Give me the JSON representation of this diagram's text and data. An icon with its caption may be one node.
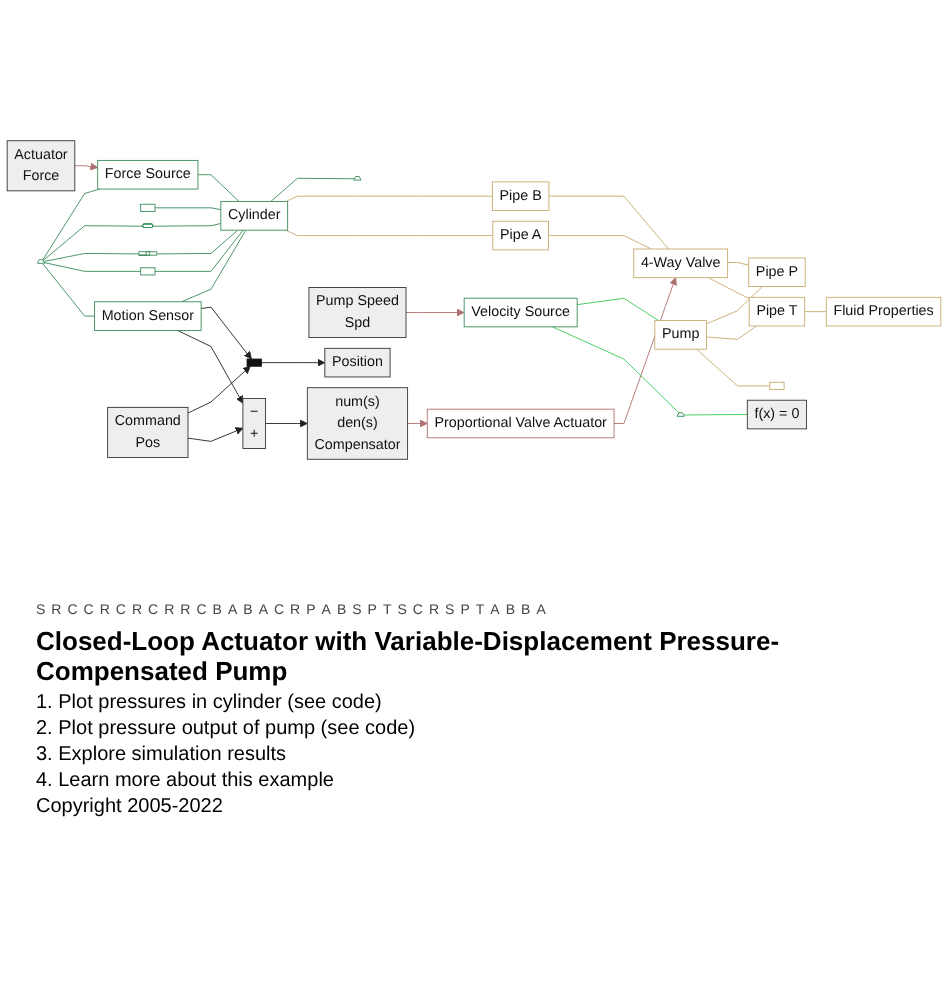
{
  "diagram": {
    "title": "Closed-Loop Actuator with Variable-Displacement Pressure-Compensated Pump",
    "nodes": [
      {
        "text": [
          "Actuator",
          "Force"
        ]
      },
      {
        "text": [
          "Force Source"
        ]
      },
      {
        "text": [],
        "shape": "box"
      },
      {
        "text": [],
        "shape": "ground"
      },
      {
        "text": [],
        "shape": "spring"
      },
      {
        "text": [],
        "shape": "damper"
      },
      {
        "text": [],
        "shape": "box"
      },
      {
        "text": [
          "Cylinder"
        ]
      },
      {
        "text": [],
        "shape": "ground"
      },
      {
        "text": [
          "Pipe B"
        ]
      },
      {
        "text": [
          "Pipe A"
        ]
      },
      {
        "text": [
          "Motion Sensor"
        ]
      },
      {
        "text": [
          "Position"
        ]
      },
      {
        "text": [],
        "shape": "bar"
      },
      {
        "text": [
          "Command",
          "Pos"
        ]
      },
      {
        "text": [
          "−",
          "+"
        ]
      },
      {
        "text": [
          "num(s)",
          "den(s)",
          "Compensator"
        ]
      },
      {
        "text": [
          "Proportional Valve Actuator"
        ]
      },
      {
        "text": [
          "4-Way Valve"
        ]
      },
      {
        "text": [
          "Pipe P"
        ]
      },
      {
        "text": [
          "Pump Speed",
          "Spd"
        ]
      },
      {
        "text": [
          "Velocity Source"
        ]
      },
      {
        "text": [
          "Pump"
        ]
      },
      {
        "text": [
          "Pipe T"
        ]
      },
      {
        "text": [
          "f(x) = 0"
        ]
      },
      {
        "text": [],
        "shape": "ground"
      },
      {
        "text": [],
        "shape": "box"
      },
      {
        "text": [
          "Fluid Properties"
        ]
      }
    ],
    "edges": [
      {
        "from": 0,
        "to": 1,
        "arrow": "to",
        "color": "#b07070"
      },
      {
        "from": 3,
        "to": 1,
        "arrow": "none",
        "color": "#3a8a5a"
      },
      {
        "from": 1,
        "to": 7,
        "arrow": "none",
        "color": "#3a8a5a"
      },
      {
        "from": 3,
        "to": 4,
        "arrow": "none",
        "color": "#3a8a5a"
      },
      {
        "from": 4,
        "to": 7,
        "arrow": "none",
        "color": "#3a8a5a"
      },
      {
        "from": 3,
        "to": 5,
        "arrow": "none",
        "color": "#3a8a5a"
      },
      {
        "from": 5,
        "to": 7,
        "arrow": "none",
        "color": "#3a8a5a"
      },
      {
        "from": 3,
        "to": 6,
        "arrow": "none",
        "color": "#3a8a5a"
      },
      {
        "from": 6,
        "to": 7,
        "arrow": "none",
        "color": "#3a8a5a"
      },
      {
        "from": 2,
        "to": 7,
        "arrow": "none",
        "color": "#3a8a5a"
      },
      {
        "from": 3,
        "to": 11,
        "arrow": "none",
        "color": "#3a8a5a"
      },
      {
        "from": 11,
        "to": 7,
        "arrow": "none",
        "color": "#3a8a5a"
      },
      {
        "from": 7,
        "to": 8,
        "arrow": "none",
        "color": "#3a8a5a"
      },
      {
        "from": 7,
        "to": 9,
        "arrow": "none",
        "color": "#c8aa6e"
      },
      {
        "from": 7,
        "to": 10,
        "arrow": "none",
        "color": "#c8aa6e"
      },
      {
        "from": 9,
        "to": 18,
        "arrow": "none",
        "color": "#c8aa6e"
      },
      {
        "from": 10,
        "to": 18,
        "arrow": "none",
        "color": "#c8aa6e"
      },
      {
        "from": 11,
        "to": 13,
        "arrow": "to",
        "color": "#222222"
      },
      {
        "from": 13,
        "to": 12,
        "arrow": "to",
        "color": "#222222"
      },
      {
        "from": 11,
        "to": 15,
        "arrow": "to",
        "color": "#222222"
      },
      {
        "from": 14,
        "to": 13,
        "arrow": "to",
        "color": "#222222"
      },
      {
        "from": 14,
        "to": 15,
        "arrow": "to",
        "color": "#222222"
      },
      {
        "from": 15,
        "to": 16,
        "arrow": "to",
        "color": "#222222"
      },
      {
        "from": 16,
        "to": 17,
        "arrow": "to",
        "color": "#b07070"
      },
      {
        "from": 17,
        "to": 18,
        "arrow": "to",
        "color": "#b07070"
      },
      {
        "from": 18,
        "to": 19,
        "arrow": "none",
        "color": "#c8aa6e"
      },
      {
        "from": 18,
        "to": 23,
        "arrow": "none",
        "color": "#c8aa6e"
      },
      {
        "from": 23,
        "to": 27,
        "arrow": "none",
        "color": "#c8aa6e"
      },
      {
        "from": 20,
        "to": 21,
        "arrow": "to",
        "color": "#b07070"
      },
      {
        "from": 21,
        "to": 22,
        "arrow": "none",
        "color": "#33cc55"
      },
      {
        "from": 21,
        "to": 25,
        "arrow": "none",
        "color": "#33cc55"
      },
      {
        "from": 25,
        "to": 24,
        "arrow": "none",
        "color": "#33cc55"
      },
      {
        "from": 22,
        "to": 19,
        "arrow": "none",
        "color": "#c8aa6e"
      },
      {
        "from": 22,
        "to": 23,
        "arrow": "none",
        "color": "#c8aa6e"
      },
      {
        "from": 22,
        "to": 26,
        "arrow": "none",
        "color": "#c8aa6e"
      }
    ],
    "labels": [
      "S",
      "R",
      "C",
      "C",
      "R",
      "C",
      "R",
      "C",
      "R",
      "R",
      "C",
      "B",
      "A",
      "B",
      "A",
      "C",
      "R",
      "P",
      "A",
      "B",
      "S",
      "P",
      "T",
      "S",
      "C",
      "R",
      "S",
      "P",
      "T",
      "A",
      "B",
      "B",
      "A",
      "1. Plot pressures in cylinder (see code)",
      "2. Plot pressure output of pump (see code)",
      "3. Explore simulation results",
      "4. Learn more about this example",
      "Copyright 2005-2022"
    ]
  }
}
